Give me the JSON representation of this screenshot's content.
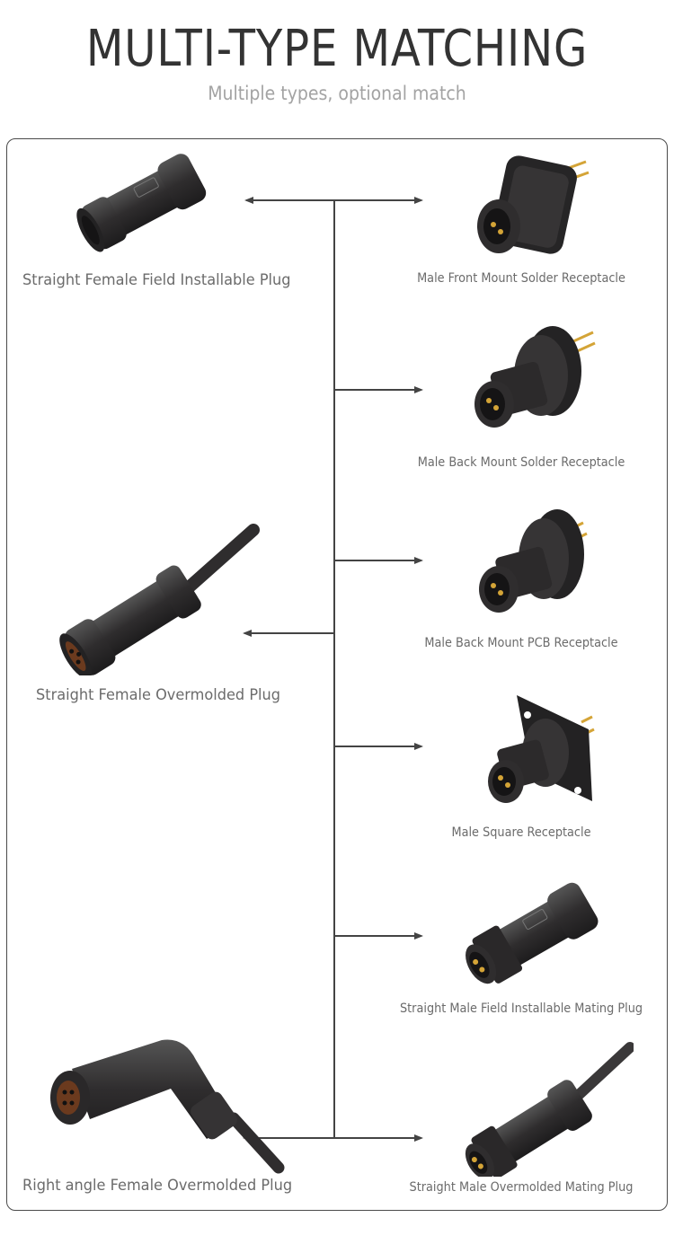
{
  "header": {
    "title": "MULTI-TYPE MATCHING",
    "subtitle": "Multiple types, optional match"
  },
  "colors": {
    "title": "#333333",
    "subtitle": "#a3a3a3",
    "label": "#6b6b6b",
    "line": "#444444",
    "connector_body": "#2f2d2e",
    "gold_pin": "#d4a437",
    "border": "#4a4a4a"
  },
  "female_plugs": [
    {
      "label": "Straight Female Field Installable Plug",
      "icon": "straight-female-field-installable-plug-image"
    },
    {
      "label": "Straight Female Overmolded Plug",
      "icon": "straight-female-overmolded-plug-image"
    },
    {
      "label": "Right angle Female Overmolded Plug",
      "icon": "right-angle-female-overmolded-plug-image"
    }
  ],
  "male_matches": [
    {
      "label": "Male Front Mount Solder Receptacle",
      "icon": "male-front-mount-solder-receptacle-image"
    },
    {
      "label": "Male Back Mount Solder Receptacle",
      "icon": "male-back-mount-solder-receptacle-image"
    },
    {
      "label": "Male Back Mount PCB Receptacle",
      "icon": "male-back-mount-pcb-receptacle-image"
    },
    {
      "label": "Male Square Receptacle",
      "icon": "male-square-receptacle-image"
    },
    {
      "label": "Straight Male Field Installable Mating Plug",
      "icon": "straight-male-field-installable-mating-plug-image"
    },
    {
      "label": "Straight Male Overmolded Mating Plug",
      "icon": "straight-male-overmolded-mating-plug-image"
    }
  ]
}
